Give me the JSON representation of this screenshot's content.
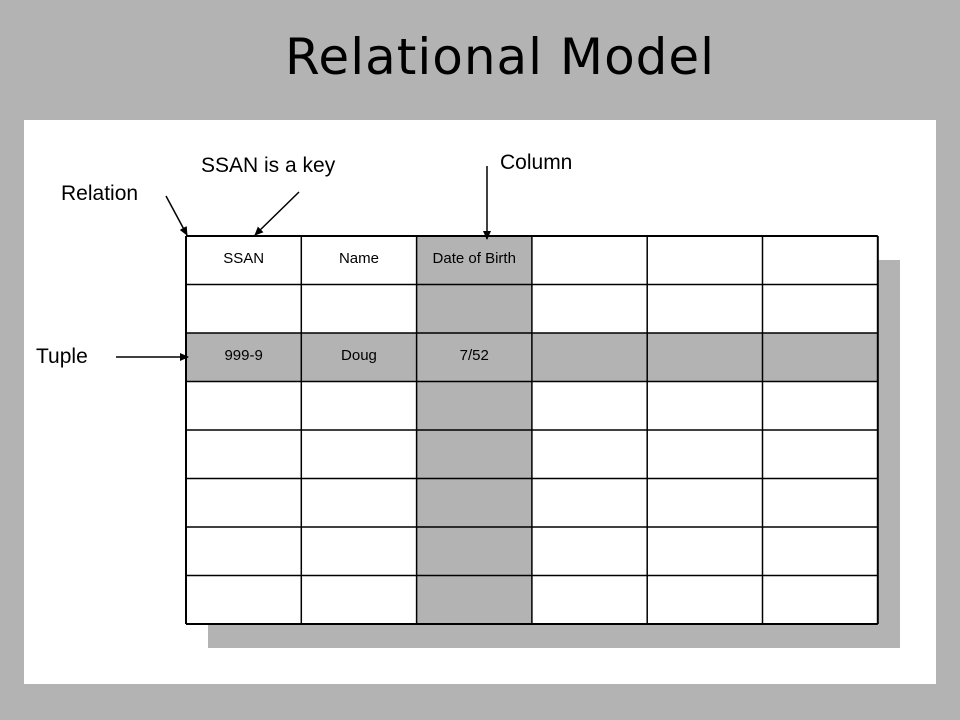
{
  "title": "Relational Model",
  "annotations": {
    "relation": "Relation",
    "key": "SSAN is a key",
    "column": "Column",
    "tuple": "Tuple"
  },
  "table": {
    "headers": [
      "SSAN",
      "Name",
      "Date of Birth",
      "",
      "",
      ""
    ],
    "rows": [
      [
        "",
        "",
        "",
        "",
        "",
        ""
      ],
      [
        "999-9",
        "Doug",
        "7/52",
        "",
        "",
        ""
      ],
      [
        "",
        "",
        "",
        "",
        "",
        ""
      ],
      [
        "",
        "",
        "",
        "",
        "",
        ""
      ],
      [
        "",
        "",
        "",
        "",
        "",
        ""
      ],
      [
        "",
        "",
        "",
        "",
        "",
        ""
      ],
      [
        "",
        "",
        "",
        "",
        "",
        ""
      ]
    ],
    "highlighted_column_index": 2,
    "highlighted_row_index": 1
  },
  "colors": {
    "background": "#b3b3b3",
    "panel": "#ffffff",
    "highlight": "#b3b3b3",
    "grid": "#000000"
  }
}
